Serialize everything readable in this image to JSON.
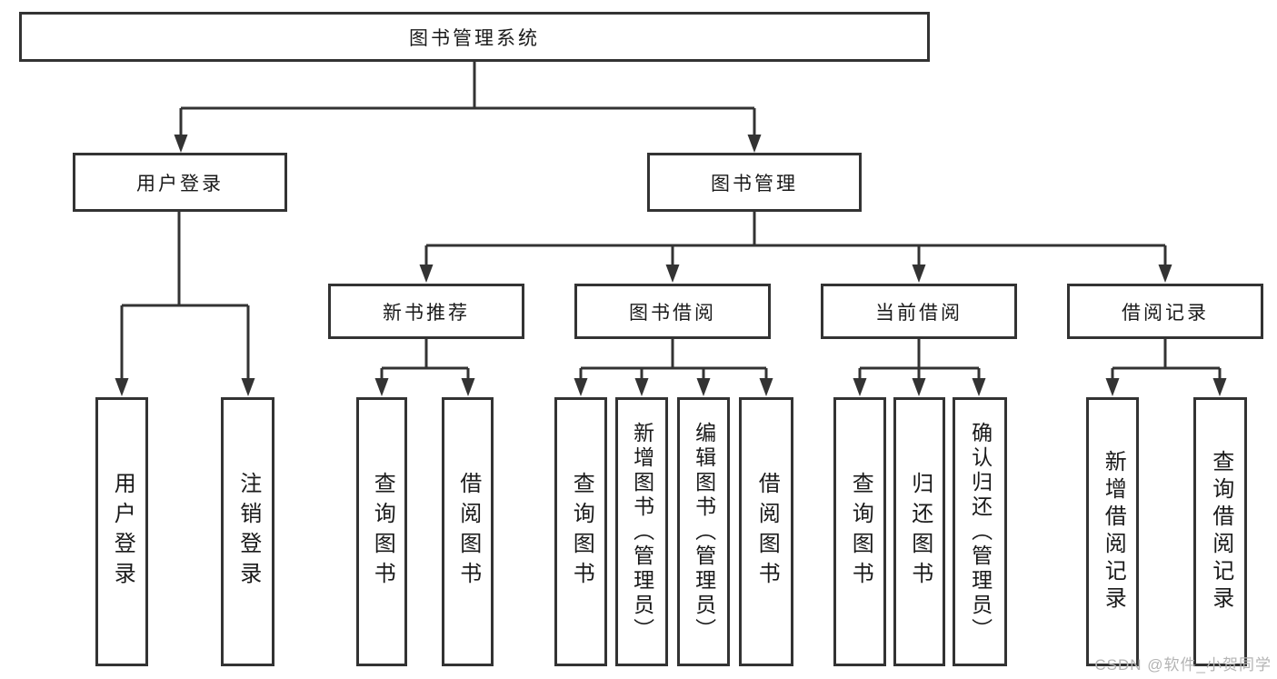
{
  "nodes": {
    "root": {
      "label": "图书管理系统"
    },
    "user_login": {
      "label": "用户登录"
    },
    "book_mgmt": {
      "label": "图书管理"
    },
    "new_book_rec": {
      "label": "新书推荐"
    },
    "book_borrow": {
      "label": "图书借阅"
    },
    "current_borrow": {
      "label": "当前借阅"
    },
    "borrow_record": {
      "label": "借阅记录"
    },
    "leaf_user_login": {
      "label": "用户登录"
    },
    "leaf_logout": {
      "label": "注销登录"
    },
    "leaf_rec_query": {
      "label": "查询图书"
    },
    "leaf_rec_borrow": {
      "label": "借阅图书"
    },
    "leaf_bb_query": {
      "label": "查询图书"
    },
    "leaf_bb_add": {
      "label": "新增图书（管理员）"
    },
    "leaf_bb_edit": {
      "label": "编辑图书（管理员）"
    },
    "leaf_bb_borrow": {
      "label": "借阅图书"
    },
    "leaf_cb_query": {
      "label": "查询图书"
    },
    "leaf_cb_return": {
      "label": "归还图书"
    },
    "leaf_cb_confirm": {
      "label": "确认归还（管理员）"
    },
    "leaf_br_add": {
      "label": "新增借阅记录"
    },
    "leaf_br_query": {
      "label": "查询借阅记录"
    }
  },
  "edges": [
    [
      "root",
      "user_login"
    ],
    [
      "root",
      "book_mgmt"
    ],
    [
      "user_login",
      "leaf_user_login"
    ],
    [
      "user_login",
      "leaf_logout"
    ],
    [
      "book_mgmt",
      "new_book_rec"
    ],
    [
      "book_mgmt",
      "book_borrow"
    ],
    [
      "book_mgmt",
      "current_borrow"
    ],
    [
      "book_mgmt",
      "borrow_record"
    ],
    [
      "new_book_rec",
      "leaf_rec_query"
    ],
    [
      "new_book_rec",
      "leaf_rec_borrow"
    ],
    [
      "book_borrow",
      "leaf_bb_query"
    ],
    [
      "book_borrow",
      "leaf_bb_add"
    ],
    [
      "book_borrow",
      "leaf_bb_edit"
    ],
    [
      "book_borrow",
      "leaf_bb_borrow"
    ],
    [
      "current_borrow",
      "leaf_cb_query"
    ],
    [
      "current_borrow",
      "leaf_cb_return"
    ],
    [
      "current_borrow",
      "leaf_cb_confirm"
    ],
    [
      "borrow_record",
      "leaf_br_add"
    ],
    [
      "borrow_record",
      "leaf_br_query"
    ]
  ],
  "watermark": "CSDN @软件_小贺同学",
  "colors": {
    "line": "#333333",
    "text": "#1a1a1a",
    "watermark": "#b4b4b4",
    "background": "#ffffff"
  }
}
